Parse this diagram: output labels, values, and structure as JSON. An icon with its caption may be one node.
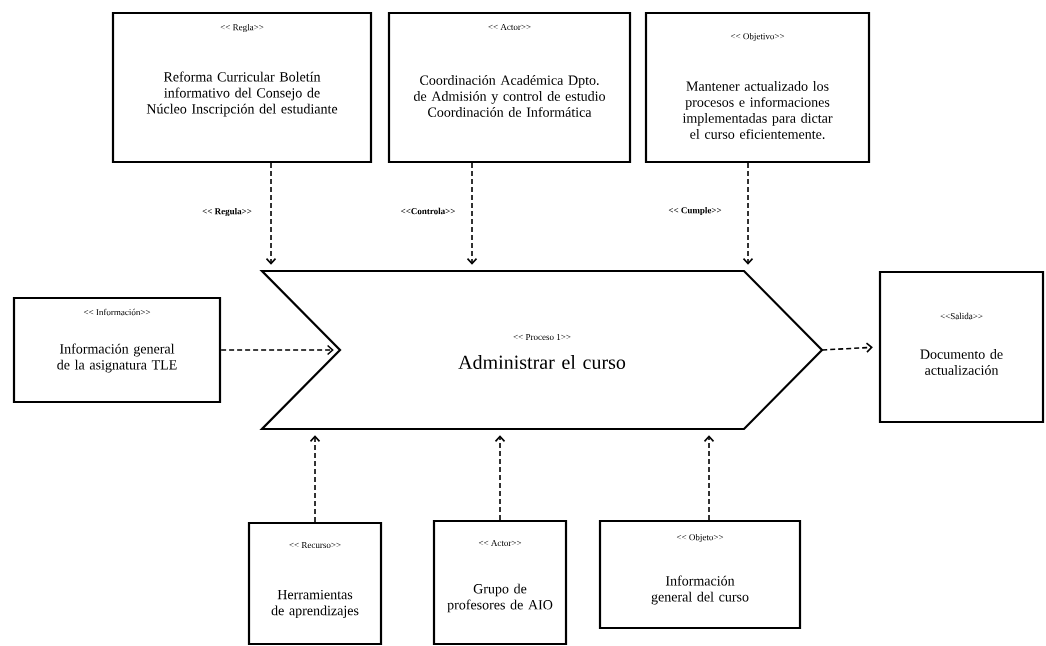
{
  "diagram": {
    "nodes": [
      {
        "text": [
          "<< Regla>>",
          "Reforma Curricular Boletín informativo del Consejo de Núcleo Inscripción del estudiante"
        ]
      },
      {
        "text": [
          "<< Actor>>",
          "Coordinación Académica Dpto. de Admisión y control de estudio Coordinación de Informática"
        ]
      },
      {
        "text": [
          "<< Objetivo>>",
          "Mantener actualizado los procesos e informaciones implementadas para dictar el curso eficientemente."
        ]
      },
      {
        "text": [
          "<< Información>>",
          "Información general de la asignatura TLE"
        ]
      },
      {
        "text": [
          "<< Proceso 1>>",
          "Administrar el curso"
        ]
      },
      {
        "text": [
          "<<Salida>>",
          "Documento de actualización"
        ]
      },
      {
        "text": [
          "<< Recurso>>",
          "Herramientas de aprendizajes"
        ]
      },
      {
        "text": [
          "<< Actor>>",
          "Grupo de profesores de AIO"
        ]
      },
      {
        "text": [
          "<< Objeto>>",
          "Información general del curso"
        ]
      }
    ],
    "edges": [
      {
        "from": 0,
        "to": 4,
        "arrow": "to",
        "style": "dashed",
        "label": "<< Regula>>"
      },
      {
        "from": 1,
        "to": 4,
        "arrow": "to",
        "style": "dashed",
        "label": "<<Controla>>"
      },
      {
        "from": 2,
        "to": 4,
        "arrow": "to",
        "style": "dashed",
        "label": "<< Cumple>>"
      },
      {
        "from": 3,
        "to": 4,
        "arrow": "to",
        "style": "dashed"
      },
      {
        "from": 4,
        "to": 5,
        "arrow": "to",
        "style": "dashed"
      },
      {
        "from": 6,
        "to": 4,
        "arrow": "to",
        "style": "dashed"
      },
      {
        "from": 7,
        "to": 4,
        "arrow": "to",
        "style": "dashed"
      },
      {
        "from": 8,
        "to": 4,
        "arrow": "to",
        "style": "dashed"
      }
    ]
  }
}
